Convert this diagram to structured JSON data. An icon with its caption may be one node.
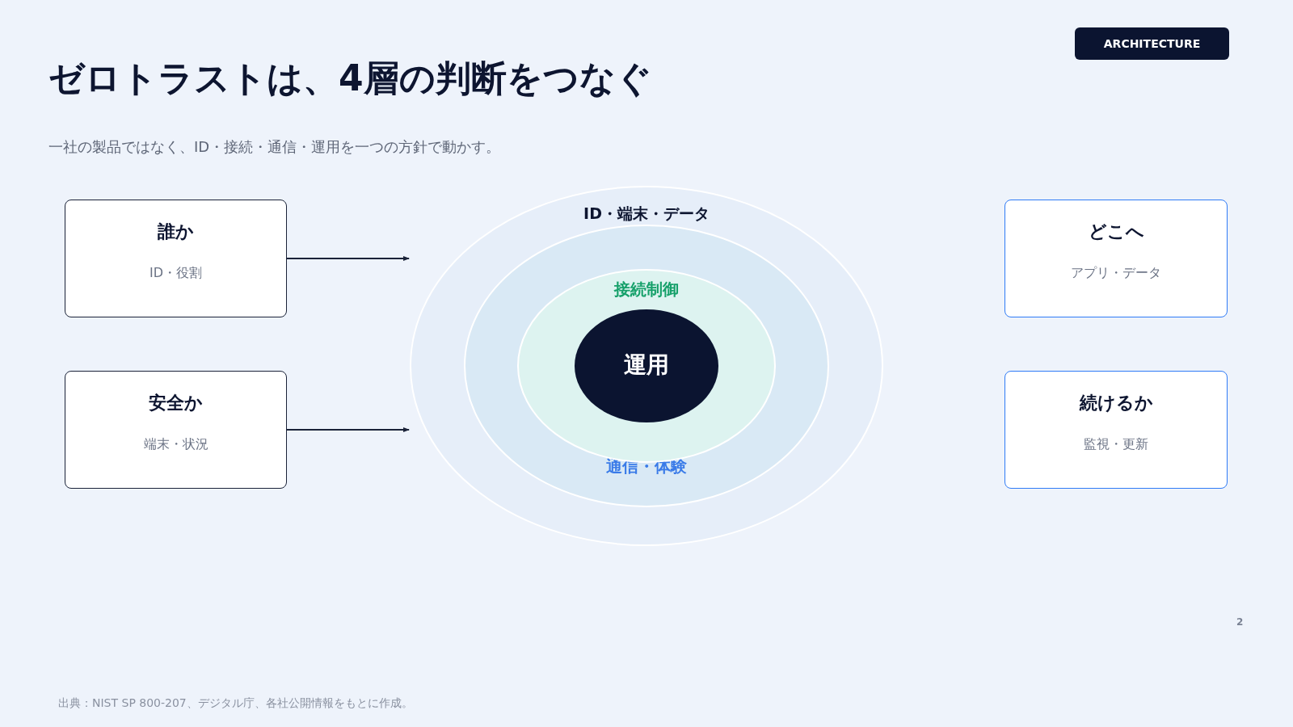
{
  "diagram": {
    "title": "ゼロトラストは、**4層の判断をつなぐ**",
    "caption": "出典：NIST SP 800-207、デジタル庁、各社公開情報をもとに作成。",
    "nodes": [
      {
        "text": [
          "誰か",
          "ID・役割"
        ]
      },
      {
        "text": [
          "安全か",
          "端末・状況"
        ]
      },
      {
        "text": [
          "ID・端末・データ"
        ]
      },
      {
        "text": [
          "通信・体験"
        ],
        "in": 2
      },
      {
        "text": [
          "接続制御"
        ],
        "in": 3
      },
      {
        "text": [
          "運用"
        ],
        "in": 4
      },
      {
        "text": [
          "どこへ",
          "アプリ・データ"
        ]
      },
      {
        "text": [
          "続けるか",
          "監視・更新"
        ]
      }
    ],
    "edges": [
      {
        "from": 0,
        "to": 2,
        "arrow": "to"
      },
      {
        "from": 1,
        "to": 2,
        "arrow": "to"
      }
    ],
    "labels": [
      "ARCHITECTURE",
      "一社の製品ではなく、ID・接続・通信・運用を一つの方針で動かす。",
      "2"
    ]
  }
}
